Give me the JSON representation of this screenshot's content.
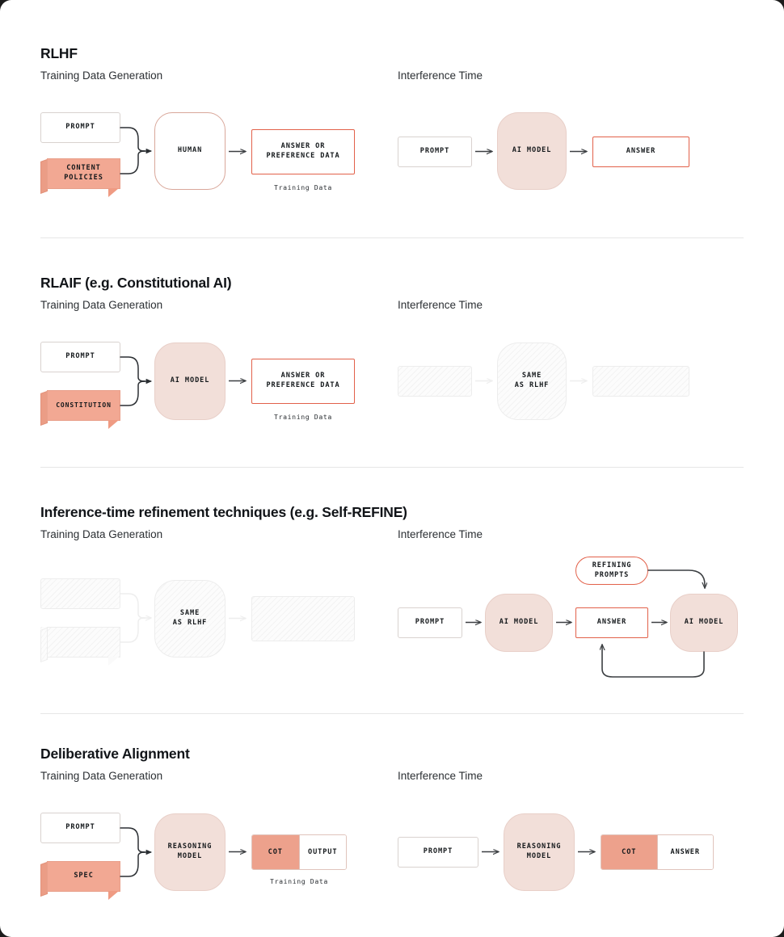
{
  "meta": {
    "colors": {
      "accent_outline": "#e2614a",
      "salmon_fill": "#f2a893",
      "model_fill": "#f2dfd9",
      "neutral_border": "#d9d2cf",
      "divider": "#e6e6e6",
      "arrow": "#3c3f42",
      "text": "#15191c"
    }
  },
  "column_labels": {
    "training": "Training Data Generation",
    "inference": "Interference Time"
  },
  "captions": {
    "training_data": "Training Data"
  },
  "sections": [
    {
      "id": "rlhf",
      "title": "RLHF",
      "training": {
        "prompt": "PROMPT",
        "policy": "CONTENT\nPOLICIES",
        "processor": "HUMAN",
        "output": "ANSWER OR\nPREFERENCE DATA",
        "caption": "Training Data"
      },
      "inference": {
        "prompt": "PROMPT",
        "model": "AI MODEL",
        "answer": "ANSWER"
      }
    },
    {
      "id": "rlaif",
      "title": "RLAIF (e.g. Constitutional AI)",
      "training": {
        "prompt": "PROMPT",
        "policy": "CONSTITUTION",
        "processor": "AI MODEL",
        "output": "ANSWER OR\nPREFERENCE DATA",
        "caption": "Training Data"
      },
      "inference": {
        "prompt": "",
        "model": "SAME\nAS RLHF",
        "answer": ""
      }
    },
    {
      "id": "self-refine",
      "title": "Inference-time refinement techniques (e.g. Self-REFINE)",
      "training": {
        "prompt": "",
        "policy": "",
        "processor": "SAME\nAS RLHF",
        "output": "",
        "caption": ""
      },
      "inference": {
        "prompt": "PROMPT",
        "model": "AI MODEL",
        "answer": "ANSWER",
        "refining_prompts": "REFINING\nPROMPTS",
        "model2": "AI MODEL"
      }
    },
    {
      "id": "deliberative-alignment",
      "title": "Deliberative Alignment",
      "training": {
        "prompt": "PROMPT",
        "policy": "SPEC",
        "processor": "REASONING\nMODEL",
        "output_cot": "COT",
        "output_rest": "OUTPUT",
        "caption": "Training Data"
      },
      "inference": {
        "prompt": "PROMPT",
        "model": "REASONING\nMODEL",
        "output_cot": "COT",
        "output_rest": "ANSWER"
      }
    }
  ]
}
